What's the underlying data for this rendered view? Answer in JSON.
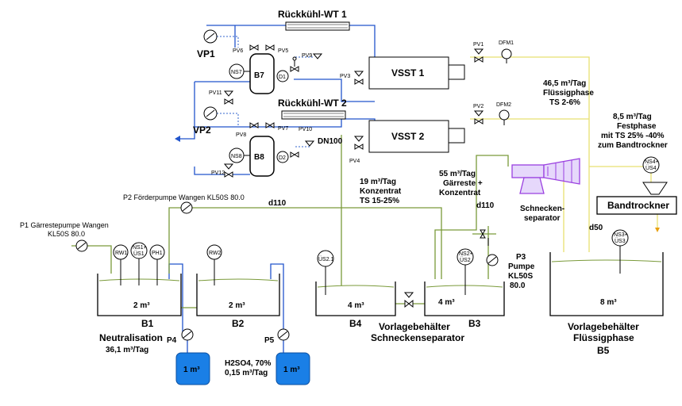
{
  "labels": {
    "rueckkuehl1": "Rückkühl-WT 1",
    "rueckkuehl2": "Rückkühl-WT 2",
    "vp1": "VP1",
    "vp2": "VP2",
    "pv1": "PV1",
    "pv2": "PV2",
    "pv3": "PV3",
    "pv4": "PV4",
    "pv5": "PV5",
    "pv6": "PV6",
    "pv7": "PV7",
    "pv8": "PV8",
    "pv9": "PV9",
    "pv10": "PV10",
    "pv11": "PV11",
    "pv12": "PV12",
    "dfm1": "DFM1",
    "dfm2": "DFM2",
    "ns7": "NS7",
    "ns8": "NS8",
    "d1": "D1",
    "d2": "D2",
    "b7": "B7",
    "b8": "B8",
    "vsst1": "VSST 1",
    "vsst2": "VSST 2",
    "dn100": "DN100",
    "fluessig_flow": "46,5 m³/Tag",
    "fluessig_name": "Flüssigphase",
    "fluessig_ts": "TS  2-6%",
    "fest_flow": "8,5 m³/Tag",
    "fest_name": "Festphase",
    "fest_ts": "mit TS 25% -40%",
    "fest_dest": "zum Bandtrockner",
    "konz_flow": "19 m³/Tag",
    "konz_name": "Konzentrat",
    "konz_ts": "TS 15-25%",
    "gaer_flow": "55 m³/Tag",
    "gaer_name1": "Gärreste +",
    "gaer_name2": "Konzentrat",
    "p2": "P2 Förderpumpe Wangen KL50S 80.0",
    "d110a": "d110",
    "d110b": "d110",
    "d50": "d50",
    "p1_line1": "P1 Gärrestepumpe Wangen",
    "p1_line2": "KL50S 80.0",
    "rw1": "RW1",
    "ns1": "NS1+",
    "us1": "ÜS1",
    "ph1": "PH1",
    "rw2": "RW2",
    "us21": "ÜS2.1",
    "ns2": "NS2+",
    "us2": "ÜS2",
    "ns3": "NS3+",
    "us3": "ÜS3",
    "ns4": "NS4+",
    "us4": "ÜS4",
    "b1_vol": "2 m³",
    "b2_vol": "2 m³",
    "b4_vol": "4 m³",
    "b3_vol": "4 m³",
    "b5_vol": "8 m³",
    "b1": "B1",
    "b2": "B2",
    "b3": "B3",
    "b4": "B4",
    "b5": "B5",
    "neutral": "Neutralisation",
    "neutral_flow": "36,1 m³/Tag",
    "p4": "P4",
    "p5": "P5",
    "tank1": "1 m³",
    "tank2": "1 m³",
    "h2so4": "H2SO4, 70%",
    "h2so4_flow": "0,15 m³/Tag",
    "vb_schnecke1": "Vorlagebehälter",
    "vb_schnecke2": "Schneckenseparator",
    "vb_fluessig1": "Vorlagebehälter",
    "vb_fluessig2": "Flüssigphase",
    "schnecke1": "Schnecken-",
    "schnecke2": "separator",
    "bandtrockner": "Bandtrockner",
    "p3_1": "P3",
    "p3_2": "Pumpe",
    "p3_3": "KL50S",
    "p3_4": "80.0"
  },
  "colors": {
    "blue": "#2255cc",
    "green": "#7a9a3a",
    "yellow": "#e8e070",
    "purple": "#9a40e0",
    "tank": "#1a7fe6"
  }
}
